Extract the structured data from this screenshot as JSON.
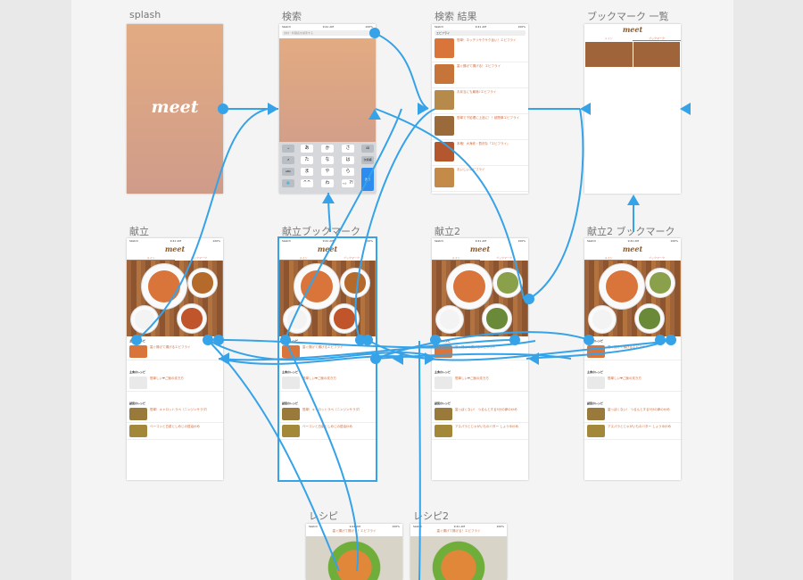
{
  "artboards": {
    "splash": {
      "label": "splash",
      "logo": "meet"
    },
    "search": {
      "label": "検索",
      "placeholder": "食材・料理名を検索する",
      "keys": [
        "あ",
        "か",
        "さ",
        "た",
        "な",
        "は",
        "ま",
        "や",
        "ら",
        "^^",
        "わ",
        "、。?!",
        "ABC",
        "次候補",
        "改行",
        "空白"
      ]
    },
    "results": {
      "label": "検索 結果",
      "query": "エビフライ",
      "items": [
        "簡単！ネッチリサクサク旨い！エビフライ",
        "歯ぐ揚げて揚げる！エビフライ",
        "お弁当にも最適♪エビフライ",
        "簡単で下処理に上品に！！超簡単エビフライ",
        "本格！大海老・贅沢な『エビフライ』",
        "おいしいエビフライ"
      ]
    },
    "bookmark_list": {
      "label": "ブックマーク 一覧",
      "logo": "meet",
      "tabs": [
        "メイン",
        "ブックマーク"
      ]
    },
    "menu": {
      "label": "献立"
    },
    "menu_bookmark": {
      "label": "献立ブックマーク"
    },
    "menu2": {
      "label": "献立2"
    },
    "menu2_bookmark": {
      "label": "献立2 ブックマーク"
    },
    "recipe": {
      "label": "レシピ",
      "title": "歯ぐ揚げて揚げる！エビフライ"
    },
    "recipe2": {
      "label": "レシピ2",
      "title": "歯ぐ揚げて揚げる！エビフライ"
    }
  },
  "shared": {
    "logo": "meet",
    "tabs": [
      "メイン",
      "ブックマーク"
    ],
    "status_left": "Sketch",
    "status_time": "9:41 AM",
    "status_right": "100%",
    "section_main": "主菜のレシピ",
    "section_staple": "主食のレシピ",
    "section_side": "副菜のレシピ"
  },
  "menu_rows": {
    "main": "歯ぐ揚げて揚げるエビフライ",
    "staple": "簡単しい❤ご飯の炊き方",
    "side_a": "簡単！キャロットラペ（ニンジンサラダ）",
    "side_b": "ベーコンと白菜としめじの醤油炒め",
    "side2_a": "歯っぽくない！ つるんとする5分の卵の炒め",
    "side2_b": "アスパラとじゃがいものバター しょうゆ炒め"
  },
  "colors": {
    "accent": "#d06a3a",
    "link": "#36a2e8",
    "canvas": "#f4f4f4",
    "brand": "#8b5a2b"
  }
}
